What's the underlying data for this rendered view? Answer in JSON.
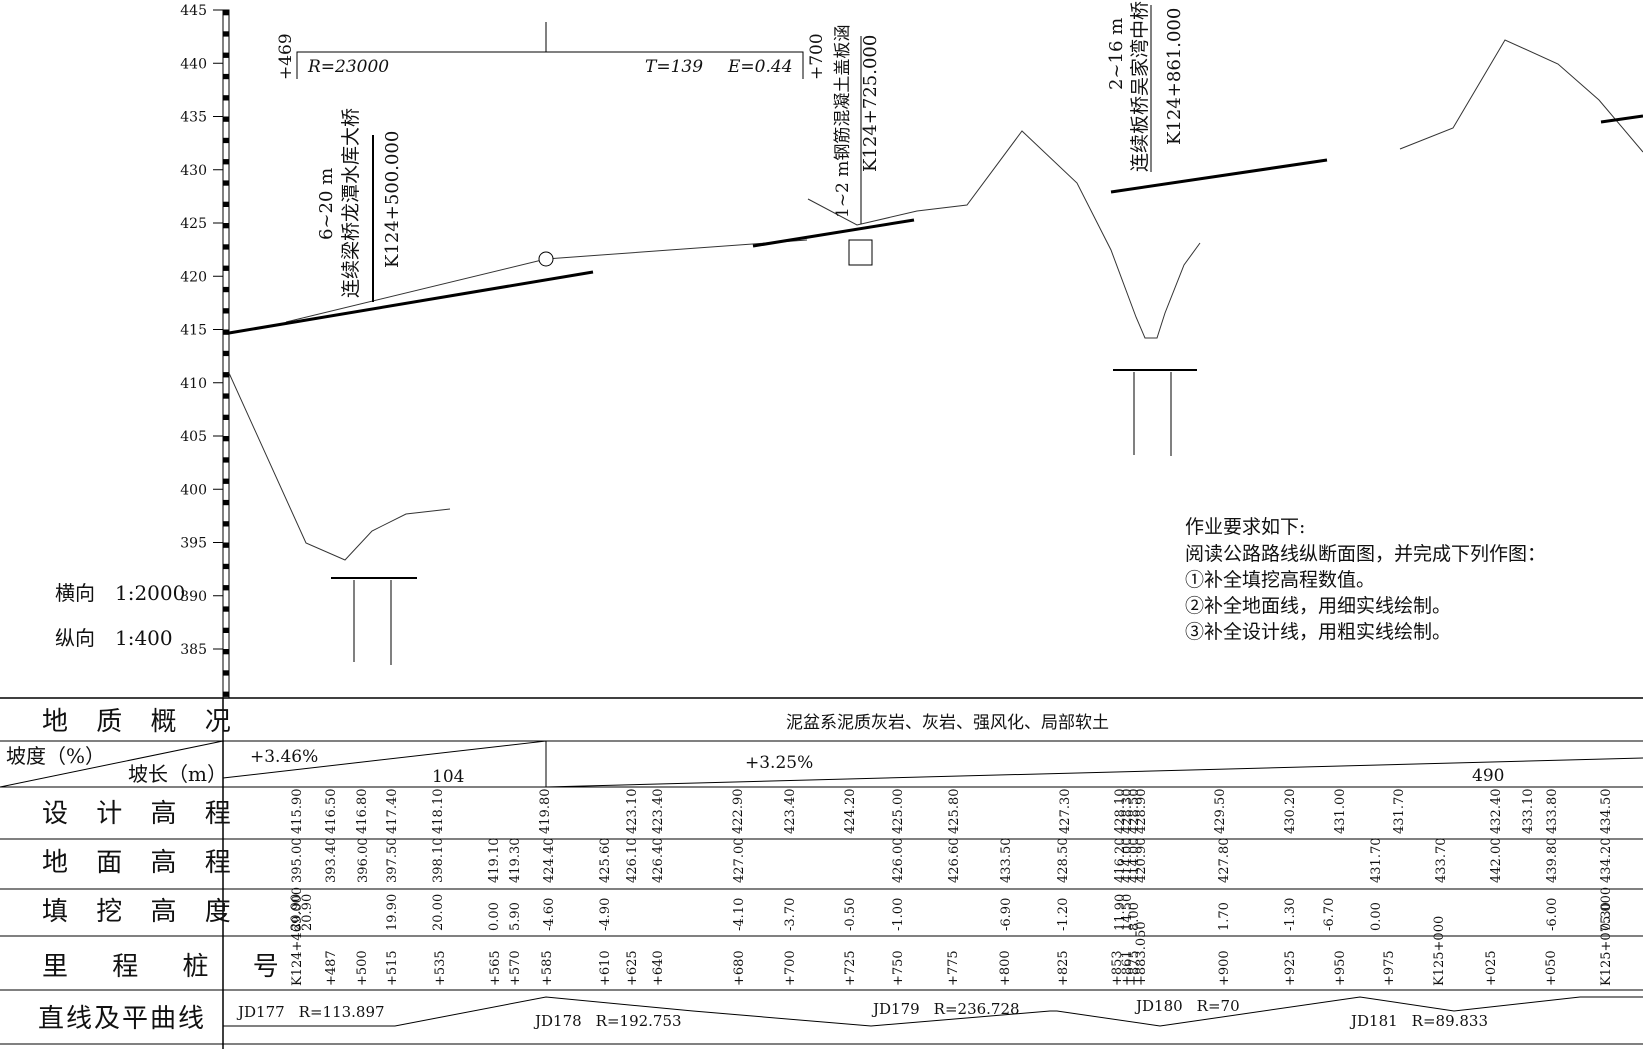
{
  "y_axis": {
    "ticks": [
      445,
      440,
      435,
      430,
      425,
      420,
      415,
      410,
      405,
      400,
      395,
      390,
      385
    ]
  },
  "scale": {
    "horizontal": "横向　1:2000",
    "vertical": "纵向　1:400"
  },
  "vertical_curve": {
    "left": "+469",
    "right": "+700",
    "R": "R=23000",
    "T": "T=139",
    "E": "E=0.44"
  },
  "bridges": [
    {
      "span": "6~20 m",
      "name": "连续梁桥龙潭水库大桥",
      "station": "K124+500.000"
    },
    {
      "span": "1~2 m钢筋混凝土盖板涵",
      "name": "",
      "station": "K124+725.000"
    },
    {
      "span": "2~16 m",
      "name": "连续板桥吴家湾中桥",
      "station": "K124+861.000"
    }
  ],
  "notes": {
    "title": "作业要求如下:",
    "lines": [
      "阅读公路路线纵断面图，并完成下列作图：",
      "①补全填挖高程数值。",
      "②补全地面线，用细实线绘制。",
      "③补全设计线，用粗实线绘制。"
    ]
  },
  "table": {
    "geology_label": "地 质 概 况",
    "geology": "泥盆系泥质灰岩、灰岩、强风化、局部软土",
    "slope_label": "坡度（%）",
    "length_label": "坡长（m）",
    "slopes": [
      {
        "grade": "+3.46%",
        "length": "104"
      },
      {
        "grade": "+3.25%",
        "length": "490"
      }
    ],
    "design_label": "设 计 高 程",
    "ground_label": "地 面 高 程",
    "fill_label": "填 挖 高 度",
    "station_label": "里 程 桩 号",
    "alignment_label": "直线及平曲线",
    "design": [
      "415.90",
      "416.50",
      "416.80",
      "417.40",
      "418.10",
      "419.80",
      "423.10",
      "423.40",
      "422.90",
      "423.40",
      "424.20",
      "425.00",
      "425.80",
      "427.30",
      "428.10",
      "428.30",
      "428.50",
      "428.90",
      "429.50",
      "430.20",
      "431.00",
      "431.70",
      "432.40",
      "433.10",
      "433.80",
      "434.50"
    ],
    "ground": [
      "395.00",
      "393.40",
      "396.00",
      "397.50",
      "398.10",
      "419.10",
      "419.30",
      "424.40",
      "425.60",
      "426.10",
      "426.40",
      "427.00",
      "426.00",
      "426.60",
      "433.50",
      "428.50",
      "416.20",
      "414.00",
      "414.00",
      "420.90",
      "427.80",
      "431.70",
      "433.70",
      "442.00",
      "439.80",
      "434.20"
    ],
    "fill": [
      "20.90",
      "20.90",
      "19.90",
      "20.00",
      "0.00",
      "5.90",
      "-4.60",
      "-4.90",
      "-4.10",
      "-3.70",
      "-0.50",
      "-1.00",
      "-6.90",
      "-1.20",
      "11.90",
      "14.50",
      "8.00",
      "1.70",
      "-1.30",
      "-6.70",
      "0.00",
      "-6.00",
      "0.30"
    ],
    "stations": [
      "K124+469.000",
      "+487",
      "+500",
      "+515",
      "+535",
      "+565",
      "+570",
      "+585",
      "+610",
      "+625",
      "+640",
      "+680",
      "+700",
      "+725",
      "+750",
      "+775",
      "+800",
      "+825",
      "+853",
      "+861",
      "+875",
      "+883.050",
      "+900",
      "+925",
      "+950",
      "+975",
      "K125+000",
      "+025",
      "+050",
      "K125+075.000"
    ],
    "curves": [
      {
        "jd": "JD177",
        "r": "R=113.897"
      },
      {
        "jd": "JD178",
        "r": "R=192.753"
      },
      {
        "jd": "JD179",
        "r": "R=236.728"
      },
      {
        "jd": "JD180",
        "r": "R=70"
      },
      {
        "jd": "JD181",
        "r": "R=89.833"
      }
    ]
  }
}
